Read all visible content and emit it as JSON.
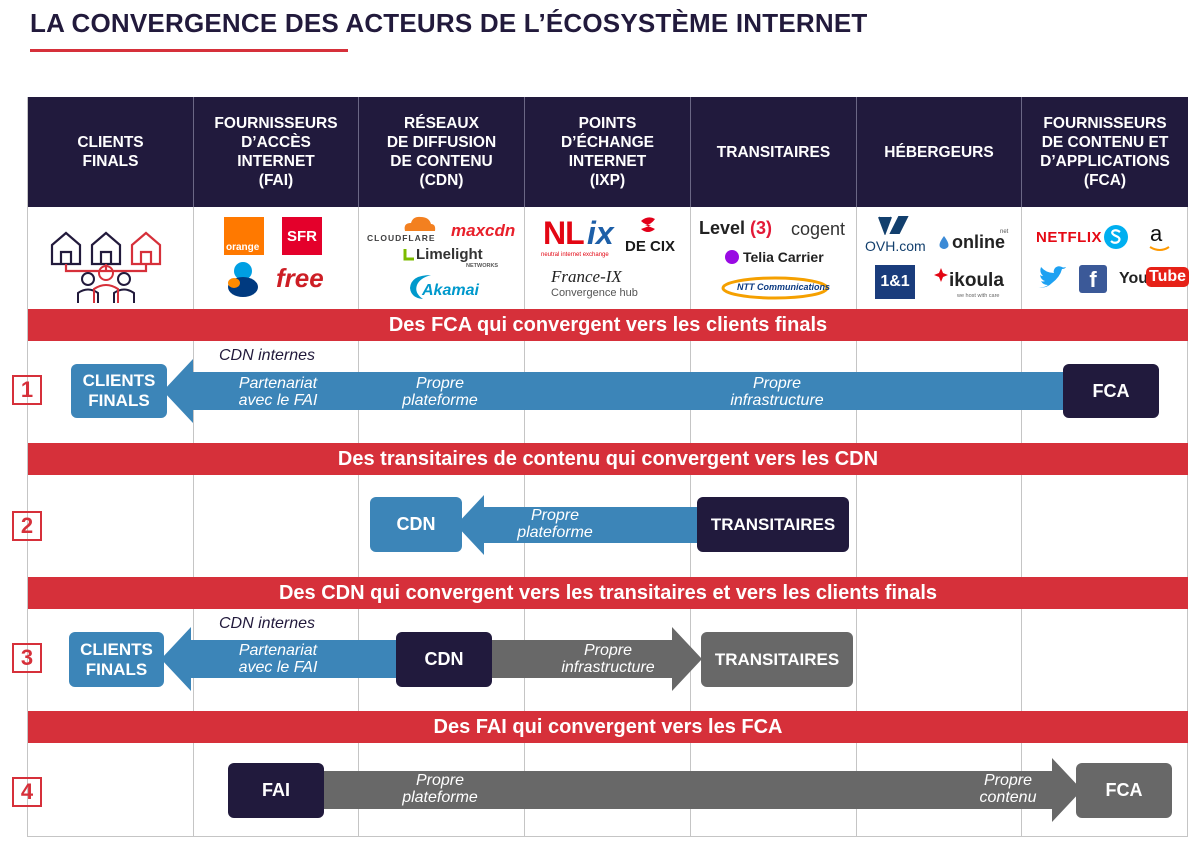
{
  "title": "LA CONVERGENCE DES ACTEURS DE L’ÉCOSYSTÈME INTERNET",
  "columns": [
    "CLIENTS\nFINALS",
    "FOURNISSEURS\nD’ACCÈS\nINTERNET\n(FAI)",
    "RÉSEAUX\nDE DIFFUSION\nDE CONTENU\n(CDN)",
    "POINTS\nD’ÉCHANGE\nINTERNET\n(IXP)",
    "TRANSITAIRES",
    "HÉBERGEURS",
    "FOURNISSEURS\nDE CONTENU ET\nD’APPLICATIONS\n(FCA)"
  ],
  "logos": {
    "fai": [
      "orange",
      "SFR",
      "free"
    ],
    "cdn": [
      "CLOUDFLARE",
      "maxcdn",
      "Limelight",
      "NETWORKS",
      "Akamai"
    ],
    "ixp": [
      "NL",
      "ix",
      "neutral internet exchange",
      "DE CIX",
      "France-IX",
      "Convergence hub"
    ],
    "transit": [
      "Level",
      "(3)",
      "cogent",
      "Telia Carrier",
      "NTT Communications"
    ],
    "host": [
      "OVH.com",
      "online",
      "net",
      "1&1",
      "ikoula",
      "we host with care"
    ],
    "fca": [
      "NETFLIX",
      "a",
      "f",
      "You",
      "Tube"
    ]
  },
  "colors": {
    "navy": "#211a3d",
    "red": "#d6303a",
    "blue": "#3c85b8",
    "grey": "#686868"
  },
  "sections": [
    {
      "number": "1",
      "band": "Des FCA qui convergent vers les clients finals",
      "left_box": "CLIENTS\nFINALS",
      "right_box": "FCA",
      "above": "CDN internes",
      "labels": [
        "Partenariat\navec le FAI",
        "Propre\nplateforme",
        "Propre\ninfrastructure"
      ]
    },
    {
      "number": "2",
      "band": "Des transitaires de contenu qui convergent vers les CDN",
      "left_box": "CDN",
      "right_box": "TRANSITAIRES",
      "labels": [
        "Propre\nplateforme"
      ]
    },
    {
      "number": "3",
      "band": "Des CDN qui convergent vers les transitaires et vers les clients finals",
      "left_box": "CLIENTS\nFINALS",
      "center_box": "CDN",
      "right_box": "TRANSITAIRES",
      "above": "CDN internes",
      "labels": [
        "Partenariat\navec le FAI",
        "Propre\ninfrastructure"
      ]
    },
    {
      "number": "4",
      "band": "Des FAI qui convergent vers les FCA",
      "left_box": "FAI",
      "right_box": "FCA",
      "labels": [
        "Propre\nplateforme",
        "Propre\ncontenu"
      ]
    }
  ]
}
